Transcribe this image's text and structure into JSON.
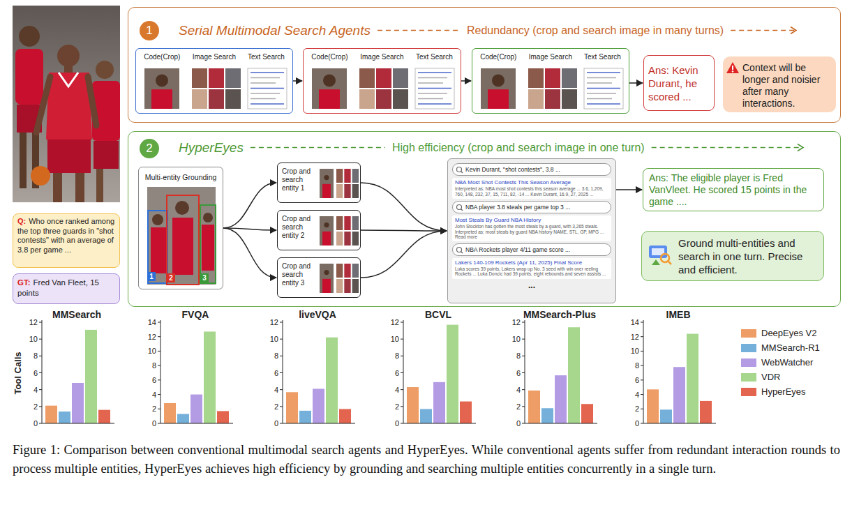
{
  "diagram": {
    "caption": "Figure 1: Comparison between conventional multimodal search agents and HyperEyes. While conventional agents suffer from redundant interaction rounds to process multiple entities, HyperEyes achieves high efficiency by grounding and searching multiple entities concurrently in a single turn.",
    "nodes": [
      {
        "text": [
          "Q:",
          "Who once ranked among the top three guards in \"shot contests\" with an average of 3.8 per game ..."
        ]
      },
      {
        "text": [
          "GT:",
          "Fred Van Fleet, 15 points"
        ]
      },
      {
        "text": [
          "Serial Multimodal Search Agents",
          "Redundancy (crop and search image in many turns)"
        ]
      },
      {
        "text": [
          "1"
        ],
        "in": 2
      },
      {
        "text": [
          "Code(Crop)",
          "Image Search",
          "Text Search"
        ],
        "in": 2
      },
      {
        "text": [
          "Code(Crop)",
          "Image Search",
          "Text Search"
        ],
        "in": 2
      },
      {
        "text": [
          "Code(Crop)",
          "Image Search",
          "Text Search"
        ],
        "in": 2
      },
      {
        "text": [
          "Ans: Kevin Durant, he scored ..."
        ],
        "in": 2
      },
      {
        "text": [
          "Context will be longer and noisier after many interactions."
        ],
        "in": 2
      },
      {
        "text": [
          "HyperEyes",
          "High efficiency (crop and search image in one turn)"
        ]
      },
      {
        "text": [
          "2"
        ],
        "in": 9
      },
      {
        "text": [
          "Multi-entity Grounding"
        ],
        "in": 9
      },
      {
        "text": [
          "Crop and search entity 1"
        ],
        "in": 9
      },
      {
        "text": [
          "Crop and search entity 2"
        ],
        "in": 9
      },
      {
        "text": [
          "Crop and search entity 3"
        ],
        "in": 9
      },
      {
        "text": [
          "..."
        ],
        "in": 9
      },
      {
        "text": [
          "Kevin Durant, \"shot contests\", 3.8 ..."
        ],
        "in": 15
      },
      {
        "text": [
          "NBA Most Shot Contests This Season Average",
          "Interpreted as: NBA most shot contests this season average ... 3.6, 1,209, 760, 148, 232, 37, 15, 711, 82, -14 ... Kevin Durant, 16.9, 27, 2025 ..."
        ],
        "in": 15
      },
      {
        "text": [
          "NBA player 3.8 steals per game top 3 ..."
        ],
        "in": 15
      },
      {
        "text": [
          "Most Steals By Guard NBA History",
          "John Stockton has gotten the most steals by a guard, with 3,265 steals. Interpreted as: most steals by guard NBA history NAME, STL, GP, MPG ... Read more"
        ],
        "in": 15
      },
      {
        "text": [
          "NBA Rockets player 4/11 game score ..."
        ],
        "in": 15
      },
      {
        "text": [
          "Lakers 140-109 Rockets (Apr 11, 2025) Final Score",
          "Luka scores 39 points, Lakers wrap up No. 3 seed with win over reeling Rockets ... Luka Doncic had 39 points, eight rebounds and seven assists ..."
        ],
        "in": 15
      },
      {
        "text": [
          "Ans: The eligible player is Fred VanVleet. He scored 15 points in the game ...."
        ],
        "in": 9
      },
      {
        "text": [
          "Ground multi-entities and search in one turn. Precise and efficient."
        ],
        "in": 9
      }
    ],
    "edges": [
      {
        "from": 4,
        "to": 5,
        "arrow": "to"
      },
      {
        "from": 5,
        "to": 6,
        "arrow": "to"
      },
      {
        "from": 6,
        "to": 7,
        "arrow": "to"
      },
      {
        "from": 11,
        "to": 12,
        "arrow": "to"
      },
      {
        "from": 11,
        "to": 13,
        "arrow": "to"
      },
      {
        "from": 11,
        "to": 14,
        "arrow": "to"
      },
      {
        "from": 12,
        "to": 15,
        "arrow": "to"
      },
      {
        "from": 13,
        "to": 15,
        "arrow": "to"
      },
      {
        "from": 14,
        "to": 15,
        "arrow": "to"
      },
      {
        "from": 15,
        "to": 22,
        "arrow": "to"
      }
    ],
    "labels": [
      "1",
      "2",
      "3",
      "MMSearch",
      "0",
      "2",
      "4",
      "6",
      "8",
      "10",
      "12",
      "FVQA",
      "0",
      "2",
      "4",
      "6",
      "8",
      "10",
      "12",
      "14",
      "liveVQA",
      "0",
      "2",
      "4",
      "6",
      "8",
      "10",
      "12",
      "BCVL",
      "0",
      "2",
      "4",
      "6",
      "8",
      "10",
      "12",
      "MMSearch-Plus",
      "0",
      "2",
      "4",
      "6",
      "8",
      "10",
      "12",
      "IMEB",
      "0",
      "2",
      "4",
      "6",
      "8",
      "10",
      "12",
      "14",
      "Tool Calls"
    ],
    "legend": [
      {
        "text": "DeepEyes V2",
        "color": "#ee9d66"
      },
      {
        "text": "MMSearch-R1",
        "color": "#74b0da"
      },
      {
        "text": "WebWatcher",
        "color": "#b49ce4"
      },
      {
        "text": "VDR",
        "color": "#a6d78c"
      },
      {
        "text": "HyperEyes",
        "color": "#e4654f"
      }
    ]
  }
}
